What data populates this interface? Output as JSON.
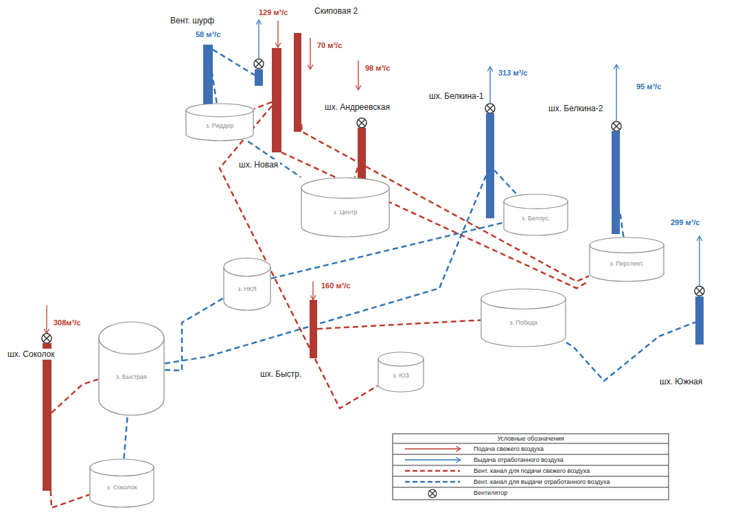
{
  "diagram": {
    "nodes": [
      {
        "text": [
          "Вент. шурф"
        ]
      },
      {
        "text": [
          "Скиповая 2"
        ]
      },
      {
        "text": [
          "шх. Новая"
        ]
      },
      {
        "text": [
          "шх. Андреевская"
        ]
      },
      {
        "text": [
          "шх. Белкина-1"
        ]
      },
      {
        "text": [
          "шх. Белкина-2"
        ]
      },
      {
        "text": [
          "з. Риддер"
        ]
      },
      {
        "text": [
          "з. Центр"
        ]
      },
      {
        "text": [
          "з. Белоус."
        ]
      },
      {
        "text": [
          "з. Перспект."
        ]
      },
      {
        "text": [
          "з. НКЯ"
        ]
      },
      {
        "text": [
          "шх. Быстр."
        ]
      },
      {
        "text": [
          "з. Победа"
        ]
      },
      {
        "text": [
          "шх. Южная"
        ]
      },
      {
        "text": [
          "шх. Соколок"
        ]
      },
      {
        "text": [
          "з. Быстрая"
        ]
      },
      {
        "text": [
          "з. ЮЗ"
        ]
      },
      {
        "text": [
          "з. Соколок"
        ]
      }
    ],
    "edges": [
      {
        "from": 6,
        "to": 0,
        "arrow": "none"
      },
      {
        "from": 6,
        "to": 7,
        "arrow": "none"
      },
      {
        "from": 1,
        "to": 9,
        "arrow": "none"
      },
      {
        "from": 2,
        "to": 9,
        "arrow": "none"
      },
      {
        "from": 2,
        "to": 6,
        "arrow": "none"
      },
      {
        "from": 2,
        "to": 16,
        "arrow": "none"
      },
      {
        "from": 3,
        "to": 7,
        "arrow": "none"
      },
      {
        "from": 11,
        "to": 12,
        "arrow": "none"
      },
      {
        "from": 14,
        "to": 15,
        "arrow": "none"
      },
      {
        "from": 14,
        "to": 17,
        "arrow": "none"
      },
      {
        "from": 8,
        "to": 4,
        "arrow": "none"
      },
      {
        "from": 9,
        "to": 5,
        "arrow": "none"
      },
      {
        "from": 12,
        "to": 13,
        "arrow": "none"
      },
      {
        "from": 10,
        "to": 8,
        "arrow": "none"
      },
      {
        "from": 15,
        "to": 10,
        "arrow": "none"
      },
      {
        "from": 15,
        "to": 4,
        "arrow": "none"
      },
      {
        "from": 17,
        "to": 15,
        "arrow": "none"
      }
    ],
    "labels": [
      "129 м³/с",
      "70 м³/с",
      "98 м³/с",
      "58 м³/с",
      "313 м³/с",
      "95 м³/с",
      "299 м³/с",
      "160 м³/с",
      "308м³/с",
      "Условные обозначения"
    ],
    "legend": [
      {
        "text": "Подача свежего воздуха"
      },
      {
        "text": "Выдача отработанного воздуха"
      },
      {
        "text": "Вент. канал для подачи свежего воздуха"
      },
      {
        "text": "Вент. канал для выдачи отработанного воздуха"
      },
      {
        "text": "Вентилятор"
      }
    ]
  }
}
